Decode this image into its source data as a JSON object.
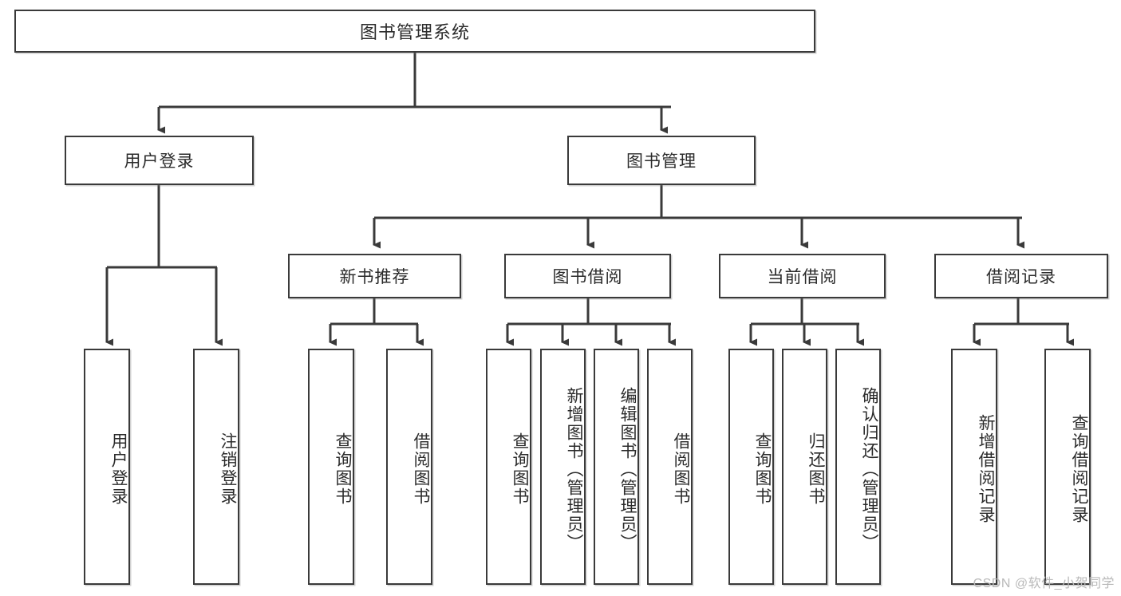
{
  "diagram": {
    "title": "图书管理系统",
    "type": "tree-hierarchy-diagram",
    "watermark": "CSDN @软件_小贺同学",
    "colors": {
      "box_border": "#3a3a3a",
      "box_fill": "#ffffff",
      "connector": "#3a3a3a",
      "text": "#2b2b2b",
      "watermark": "#b9b9b9"
    },
    "root": {
      "label": "图书管理系统"
    },
    "level2": [
      {
        "id": "user-login",
        "label": "用户登录"
      },
      {
        "id": "book-management",
        "label": "图书管理"
      }
    ],
    "level3": [
      {
        "id": "new-book-recommend",
        "label": "新书推荐"
      },
      {
        "id": "book-borrow",
        "label": "图书借阅"
      },
      {
        "id": "current-borrow",
        "label": "当前借阅"
      },
      {
        "id": "borrow-record",
        "label": "借阅记录"
      }
    ],
    "leaves": {
      "user_login": [
        {
          "id": "leaf-user-login",
          "label": "用户登录"
        },
        {
          "id": "leaf-logout-login",
          "label": "注销登录"
        }
      ],
      "new_book_recommend": [
        {
          "id": "leaf-query-book-1",
          "label": "查询图书"
        },
        {
          "id": "leaf-borrow-book-1",
          "label": "借阅图书"
        }
      ],
      "book_borrow": [
        {
          "id": "leaf-query-book-2",
          "label": "查询图书"
        },
        {
          "id": "leaf-add-book",
          "label": "新增图书（管理员）"
        },
        {
          "id": "leaf-edit-book",
          "label": "编辑图书（管理员）"
        },
        {
          "id": "leaf-borrow-book-2",
          "label": "借阅图书"
        }
      ],
      "current_borrow": [
        {
          "id": "leaf-query-book-3",
          "label": "查询图书"
        },
        {
          "id": "leaf-return-book",
          "label": "归还图书"
        },
        {
          "id": "leaf-confirm-return",
          "label": "确认归还（管理员）"
        }
      ],
      "borrow_record": [
        {
          "id": "leaf-add-record",
          "label": "新增借阅记录"
        },
        {
          "id": "leaf-query-record",
          "label": "查询借阅记录"
        }
      ]
    }
  }
}
